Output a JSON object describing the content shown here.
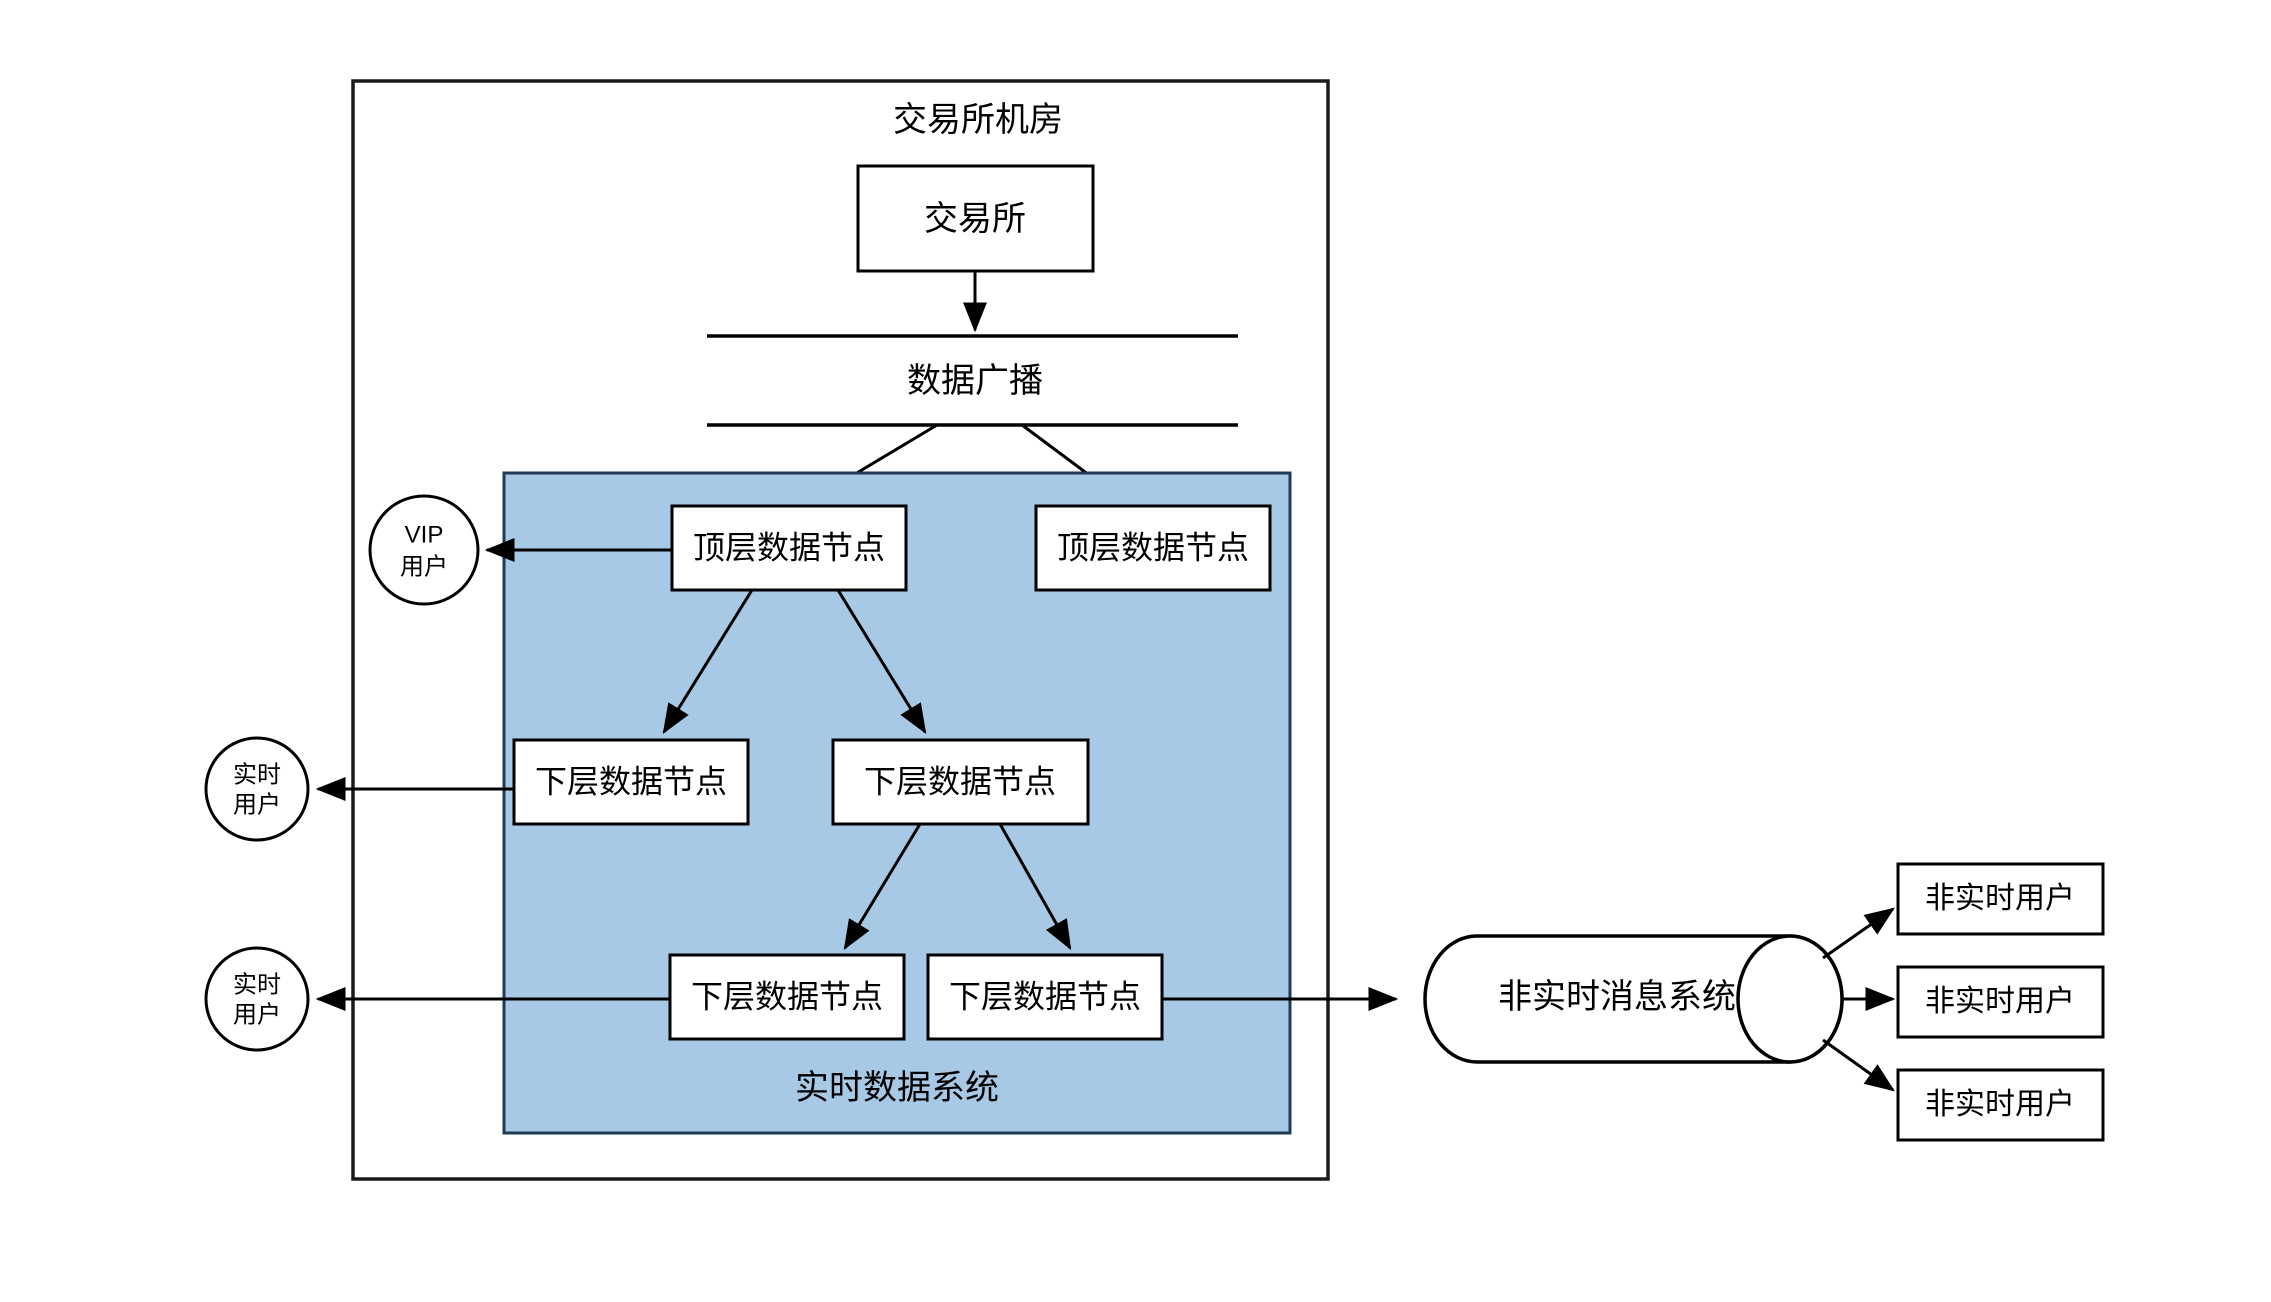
{
  "diagram": {
    "title": "交易所机房",
    "containers": [
      {
        "id": "exchange-room",
        "label": "交易所机房",
        "kind": "outer-box"
      },
      {
        "id": "realtime-system",
        "label": "实时数据系统",
        "kind": "shaded-pool",
        "fill": "#a8c9e5",
        "stroke": "#1f3a55"
      }
    ],
    "nodes": {
      "exchange": {
        "label": "交易所"
      },
      "broadcast": {
        "label": "数据广播"
      },
      "top_node_left": {
        "label": "顶层数据节点"
      },
      "top_node_right": {
        "label": "顶层数据节点"
      },
      "mid_node_left": {
        "label": "下层数据节点"
      },
      "mid_node_right": {
        "label": "下层数据节点"
      },
      "low_node_left": {
        "label": "下层数据节点"
      },
      "low_node_right": {
        "label": "下层数据节点"
      },
      "message_system": {
        "label": "非实时消息系统"
      }
    },
    "actors": {
      "vip_user": {
        "line1": "VIP",
        "line2": "用户"
      },
      "realtime_user_a": {
        "line1": "实时",
        "line2": "用户"
      },
      "realtime_user_b": {
        "line1": "实时",
        "line2": "用户"
      }
    },
    "offline_users": [
      {
        "label": "非实时用户"
      },
      {
        "label": "非实时用户"
      },
      {
        "label": "非实时用户"
      }
    ],
    "colors": {
      "pool_fill": "#a8c9e5",
      "pool_stroke": "#1f3a55",
      "line": "#000000",
      "background": "#ffffff"
    }
  }
}
